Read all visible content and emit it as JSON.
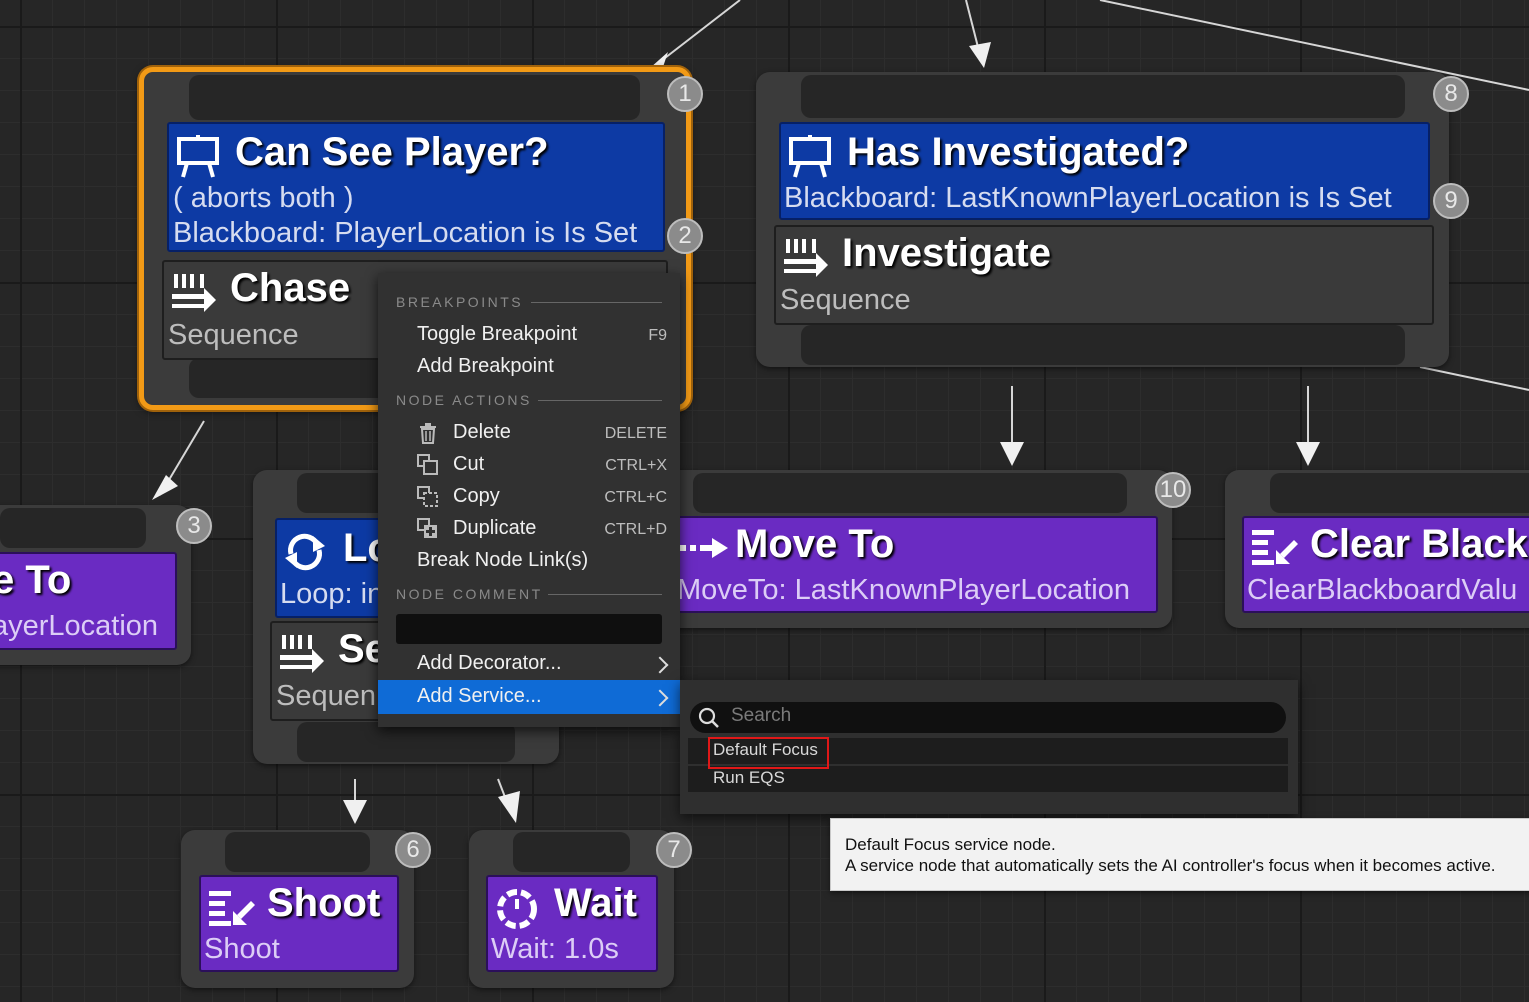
{
  "nodes": {
    "can_see_player": {
      "badge_top": "1",
      "decorator": {
        "title": "Can See Player?",
        "line1": "( aborts both )",
        "line2": "Blackboard: PlayerLocation is Is Set",
        "badge": "2"
      },
      "composite": {
        "title": "Chase",
        "subtitle": "Sequence"
      }
    },
    "has_investigated": {
      "badge_top": "8",
      "decorator": {
        "title": "Has Investigated?",
        "line1": "Blackboard: LastKnownPlayerLocation is Is Set",
        "badge": "9"
      },
      "composite": {
        "title": "Investigate",
        "subtitle": "Sequence"
      }
    },
    "move_to_left": {
      "badge": "3",
      "title": "e To",
      "subtitle": "ayerLocation"
    },
    "loop_node": {
      "decorator": {
        "title": "Lo",
        "line1": "Loop: in"
      },
      "composite": {
        "title": "Se",
        "subtitle": "Sequen"
      }
    },
    "move_to": {
      "badge": "10",
      "title": "Move To",
      "subtitle": "MoveTo: LastKnownPlayerLocation"
    },
    "clear_blackboard": {
      "title": "Clear Black",
      "subtitle": "ClearBlackboardValu"
    },
    "shoot": {
      "badge": "6",
      "title": "Shoot",
      "subtitle": "Shoot"
    },
    "wait": {
      "badge": "7",
      "title": "Wait",
      "subtitle": "Wait: 1.0s"
    }
  },
  "context_menu": {
    "section_breakpoints": "BREAKPOINTS",
    "toggle_breakpoint": {
      "label": "Toggle Breakpoint",
      "shortcut": "F9"
    },
    "add_breakpoint": {
      "label": "Add Breakpoint"
    },
    "section_node_actions": "NODE ACTIONS",
    "delete": {
      "label": "Delete",
      "shortcut": "DELETE"
    },
    "cut": {
      "label": "Cut",
      "shortcut": "CTRL+X"
    },
    "copy": {
      "label": "Copy",
      "shortcut": "CTRL+C"
    },
    "duplicate": {
      "label": "Duplicate",
      "shortcut": "CTRL+D"
    },
    "break_links": {
      "label": "Break Node Link(s)"
    },
    "section_node_comment": "NODE COMMENT",
    "comment_value": "",
    "add_decorator": {
      "label": "Add Decorator..."
    },
    "add_service": {
      "label": "Add Service..."
    }
  },
  "service_submenu": {
    "search_placeholder": "Search",
    "items": [
      "Default Focus",
      "Run EQS"
    ]
  },
  "tooltip": {
    "line1": "Default Focus service node.",
    "line2": "A service node that automatically sets the AI controller's focus when it becomes active."
  },
  "colors": {
    "selection": "#f29a16",
    "decorator_blue": "#0d3aa4",
    "task_purple": "#6a2bc2",
    "menu_highlight": "#0f6bd6",
    "search_highlight": "#e01818"
  }
}
